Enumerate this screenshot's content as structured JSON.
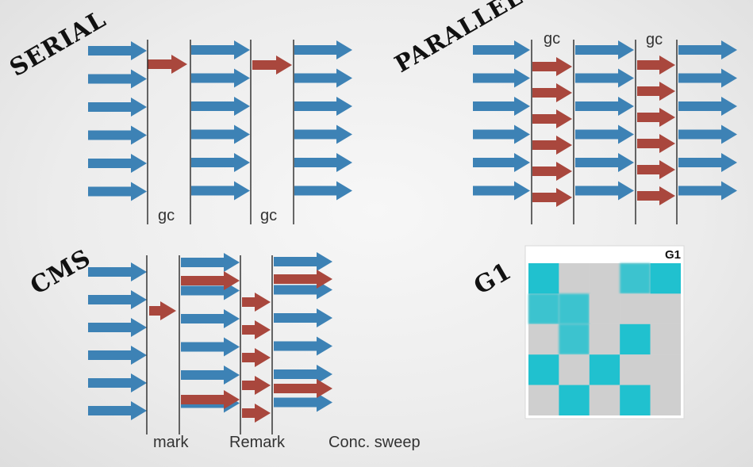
{
  "colors": {
    "thread": "#3d82b5",
    "gc": "#a9473d",
    "line": "#1a1a1a",
    "region_on": "#20c1cf",
    "region_off": "#cfcfcf",
    "panel_bg": "#e6e6e6"
  },
  "panels": {
    "serial": {
      "title": "SERIAL",
      "gc1_label": "gc",
      "gc2_label": "gc"
    },
    "parallel": {
      "title": "PARALLEL",
      "gc1_label": "gc",
      "gc2_label": "gc"
    },
    "cms": {
      "title": "CMS",
      "mark_label": "mark",
      "remark_label": "Remark",
      "sweep_label": "Conc. sweep"
    },
    "g1": {
      "title": "G1",
      "box_label": "G1",
      "grid": [
        [
          1,
          0,
          0,
          1,
          1
        ],
        [
          1,
          1,
          0,
          0,
          0
        ],
        [
          0,
          1,
          0,
          1,
          0
        ],
        [
          1,
          0,
          1,
          0,
          0
        ],
        [
          0,
          1,
          0,
          1,
          0
        ]
      ]
    }
  }
}
